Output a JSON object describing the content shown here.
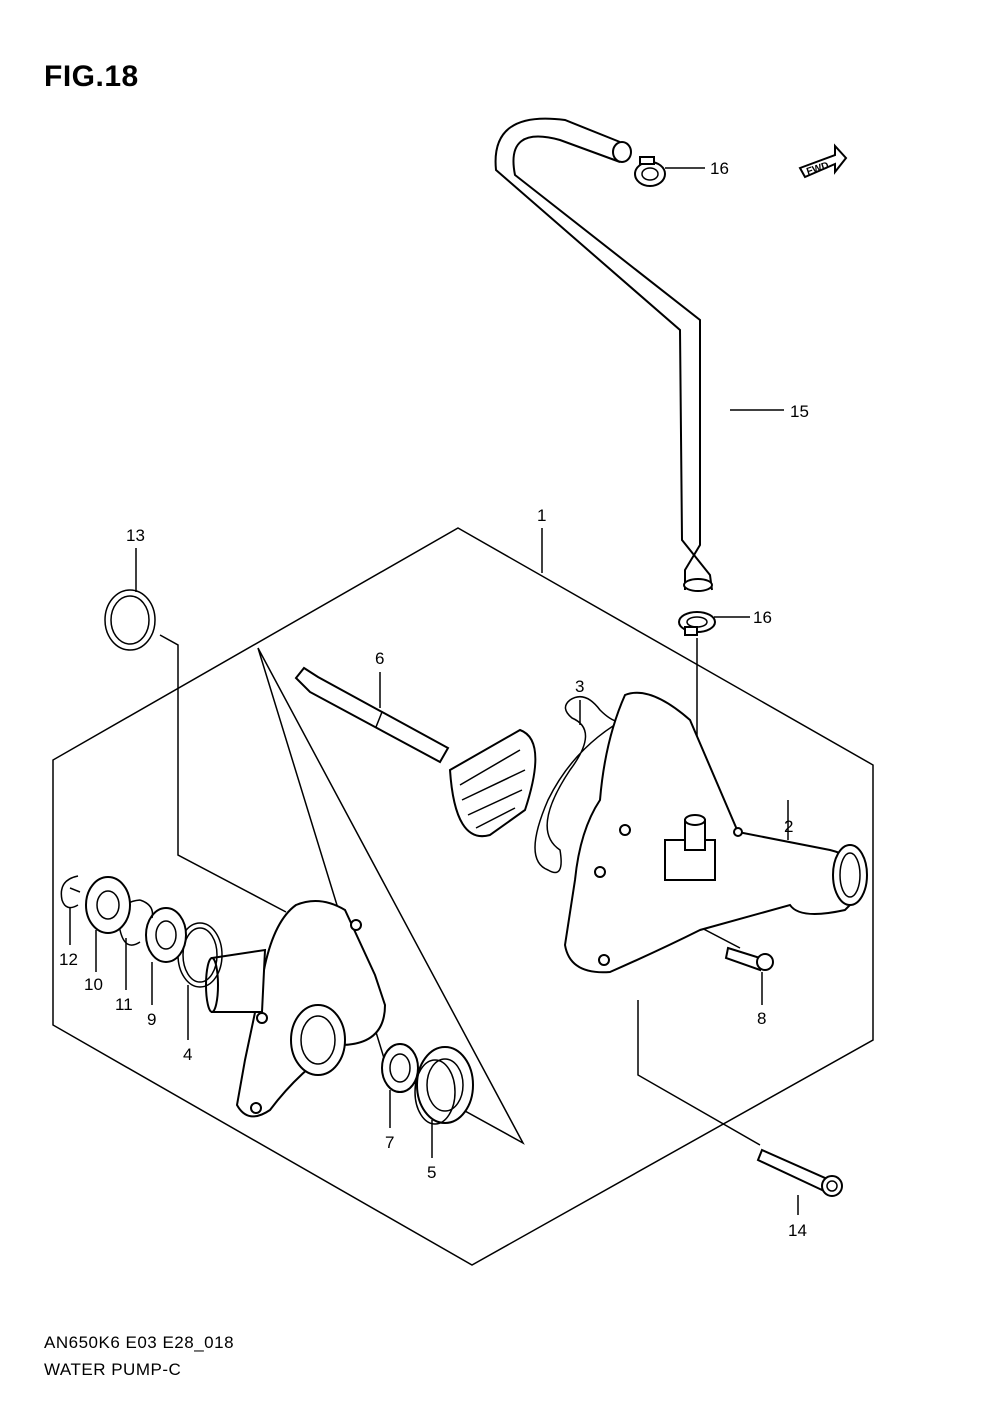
{
  "figure": {
    "title": "FIG.18",
    "code": "AN650K6 E03 E28_018",
    "name": "WATER PUMP-C"
  },
  "fwd_badge": "FWD",
  "callouts": [
    "1",
    "2",
    "3",
    "4",
    "5",
    "6",
    "7",
    "8",
    "9",
    "10",
    "11",
    "12",
    "13",
    "14",
    "15",
    "16",
    "16"
  ]
}
